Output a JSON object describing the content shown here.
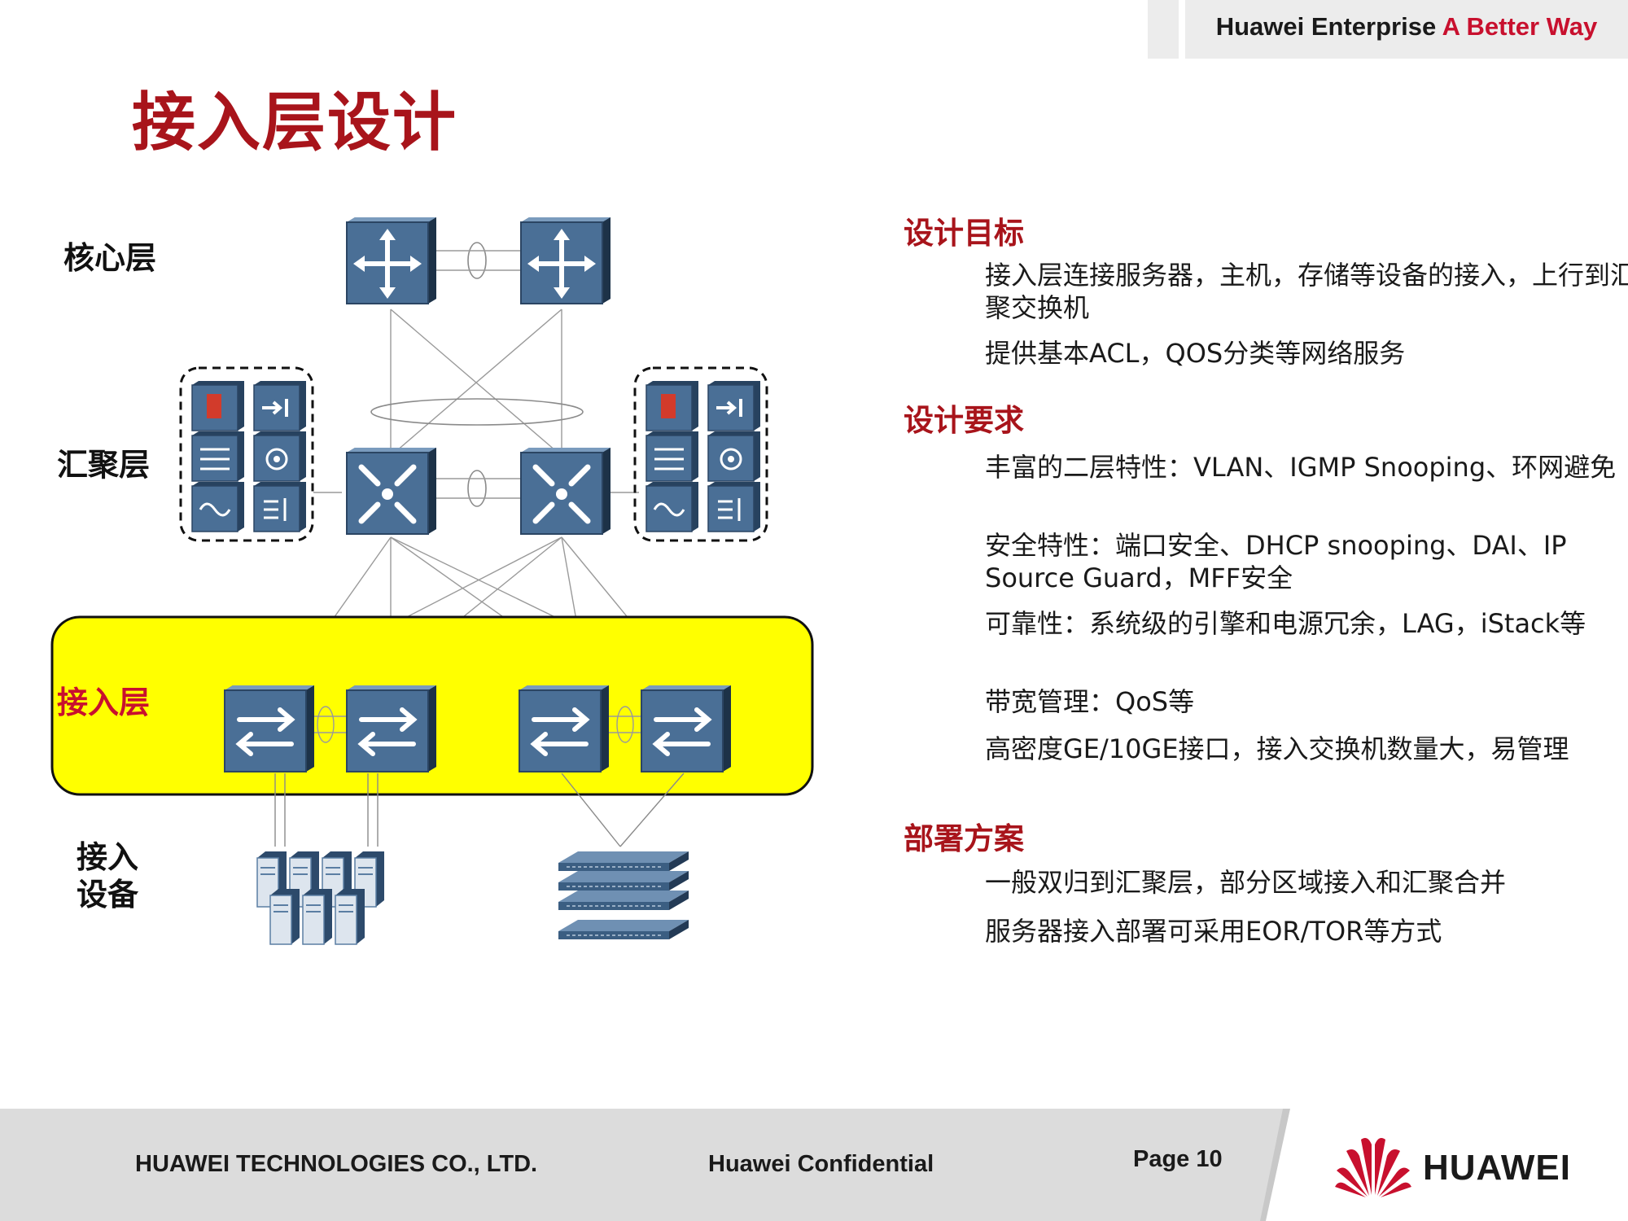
{
  "header": {
    "tag_black": "Huawei Enterprise",
    "tag_red": "A Better Way"
  },
  "title": "接入层设计",
  "diagram": {
    "labels": {
      "core": "核心层",
      "aggregation": "汇聚层",
      "access": "接入层",
      "devices_line1": "接入",
      "devices_line2": "设备"
    },
    "icons": {
      "core": "core-router-icon",
      "aggregation": "aggregation-switch-icon",
      "access": "access-switch-icon",
      "services": [
        "firewall-icon",
        "load-balancer-icon",
        "ips-icon",
        "security-icon",
        "wan-optimizer-icon",
        "monitor-icon"
      ],
      "servers": "tower-server-icon",
      "rack": "rack-server-icon"
    },
    "colors": {
      "device": "#4a6f96",
      "access_band": "#ffff00",
      "label_red": "#c8102e"
    }
  },
  "sections": [
    {
      "title": "设计目标",
      "bullets": [
        "接入层连接服务器，主机，存储等设备的接入，上行到汇聚交换机",
        "提供基本ACL，QOS分类等网络服务"
      ]
    },
    {
      "title": "设计要求",
      "bullets": [
        "丰富的二层特性：VLAN、IGMP Snooping、环网避免",
        "安全特性：端口安全、DHCP snooping、DAI、IP Source Guard，MFF安全",
        "可靠性：系统级的引擎和电源冗余，LAG，iStack等",
        "带宽管理：QoS等",
        "高密度GE/10GE接口，接入交换机数量大，易管理"
      ]
    },
    {
      "title": "部署方案",
      "bullets": [
        "一般双归到汇聚层，部分区域接入和汇聚合并",
        "服务器接入部署可采用EOR/TOR等方式"
      ]
    }
  ],
  "footer": {
    "company": "HUAWEI TECHNOLOGIES CO., LTD.",
    "confidential": "Huawei Confidential",
    "page": "Page 10",
    "brand": "HUAWEI"
  },
  "brand_color": "#c8102e"
}
